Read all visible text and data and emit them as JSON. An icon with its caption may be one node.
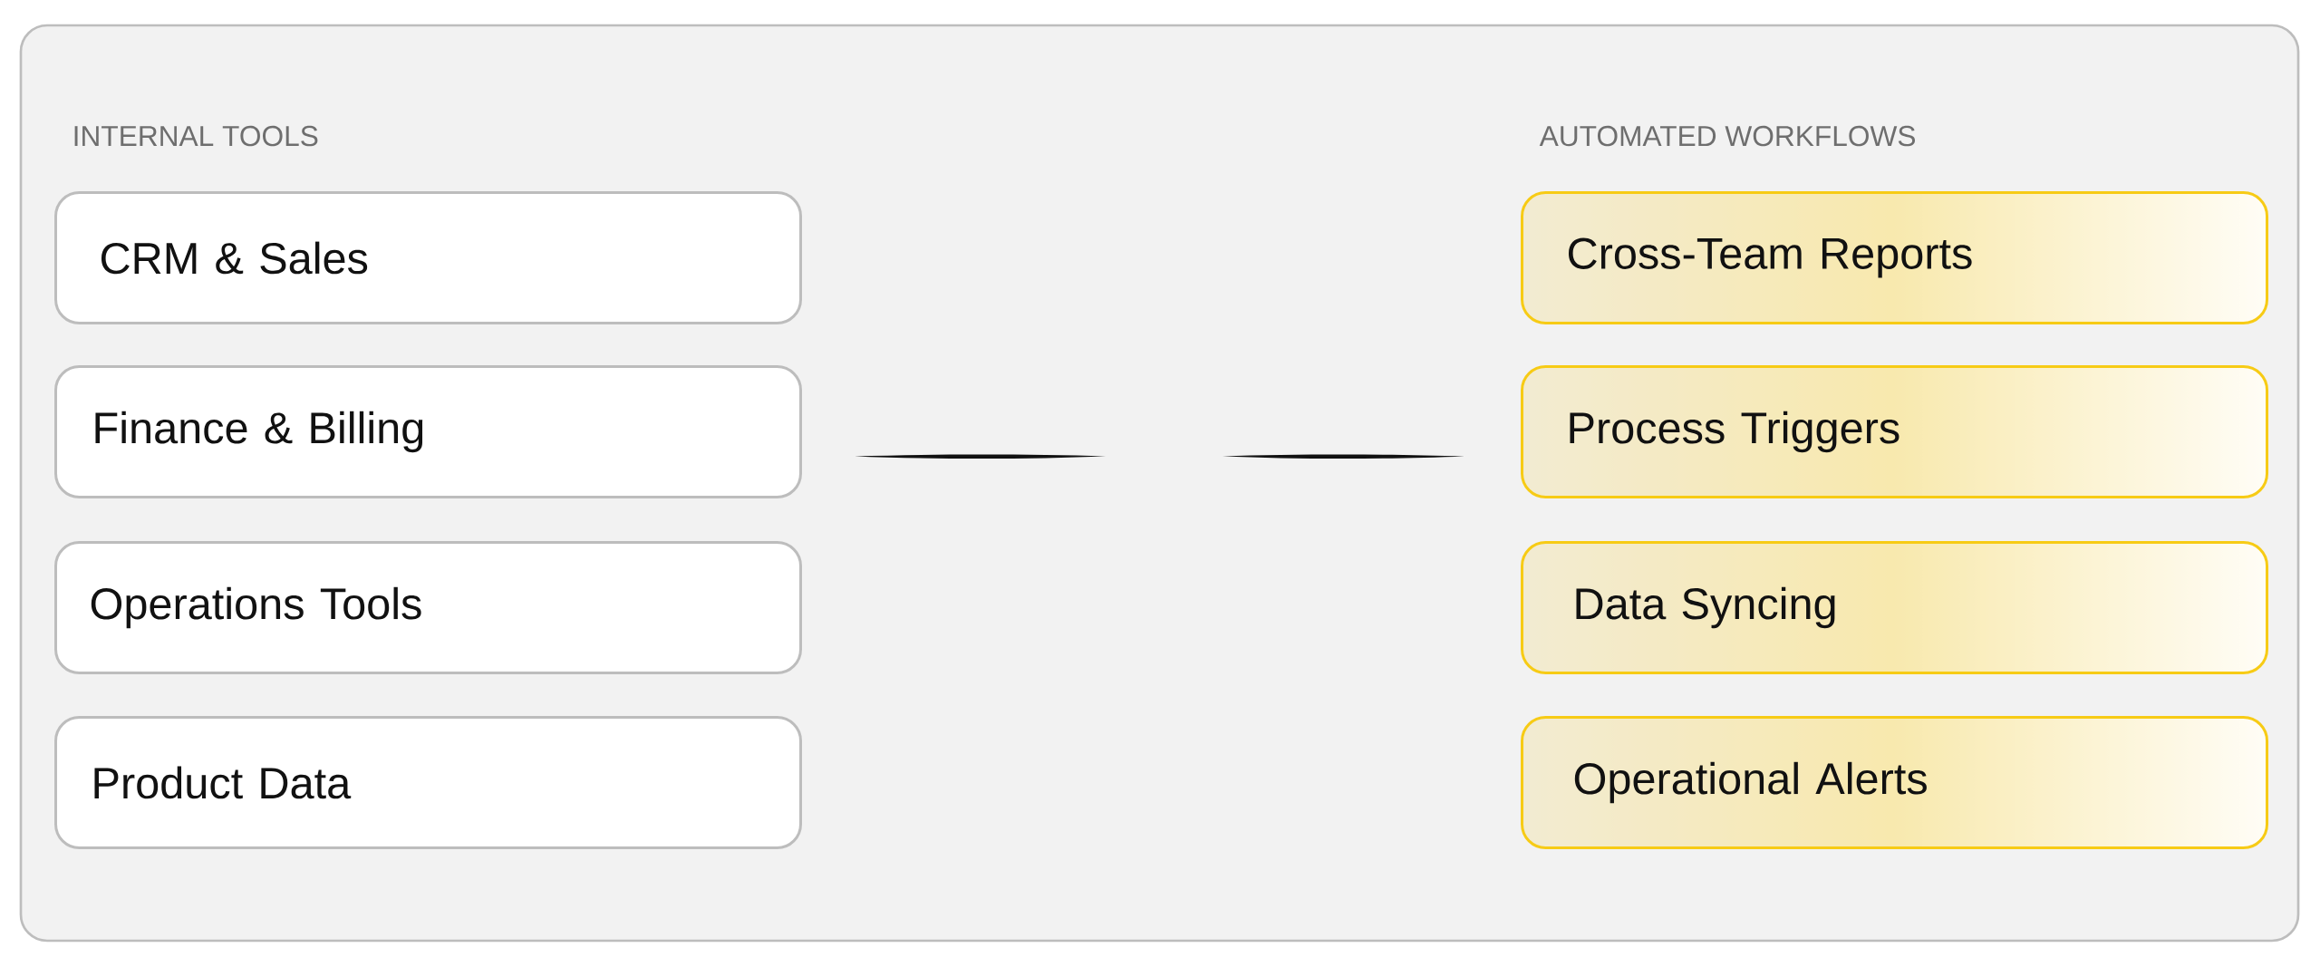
{
  "diagram": {
    "nodes": [
      {
        "text": [
          "CRM & Sales"
        ]
      },
      {
        "text": [
          "Finance & Billing"
        ]
      },
      {
        "text": [
          "Operations Tools"
        ]
      },
      {
        "text": [
          "Product Data"
        ]
      },
      {
        "text": [
          "Cross-Team Reports"
        ]
      },
      {
        "text": [
          "Process Triggers"
        ]
      },
      {
        "text": [
          "Data Syncing"
        ]
      },
      {
        "text": [
          "Operational Alerts"
        ]
      }
    ],
    "labels": [
      "INTERNAL TOOLS",
      "AUTOMATED WORKFLOWS"
    ]
  }
}
